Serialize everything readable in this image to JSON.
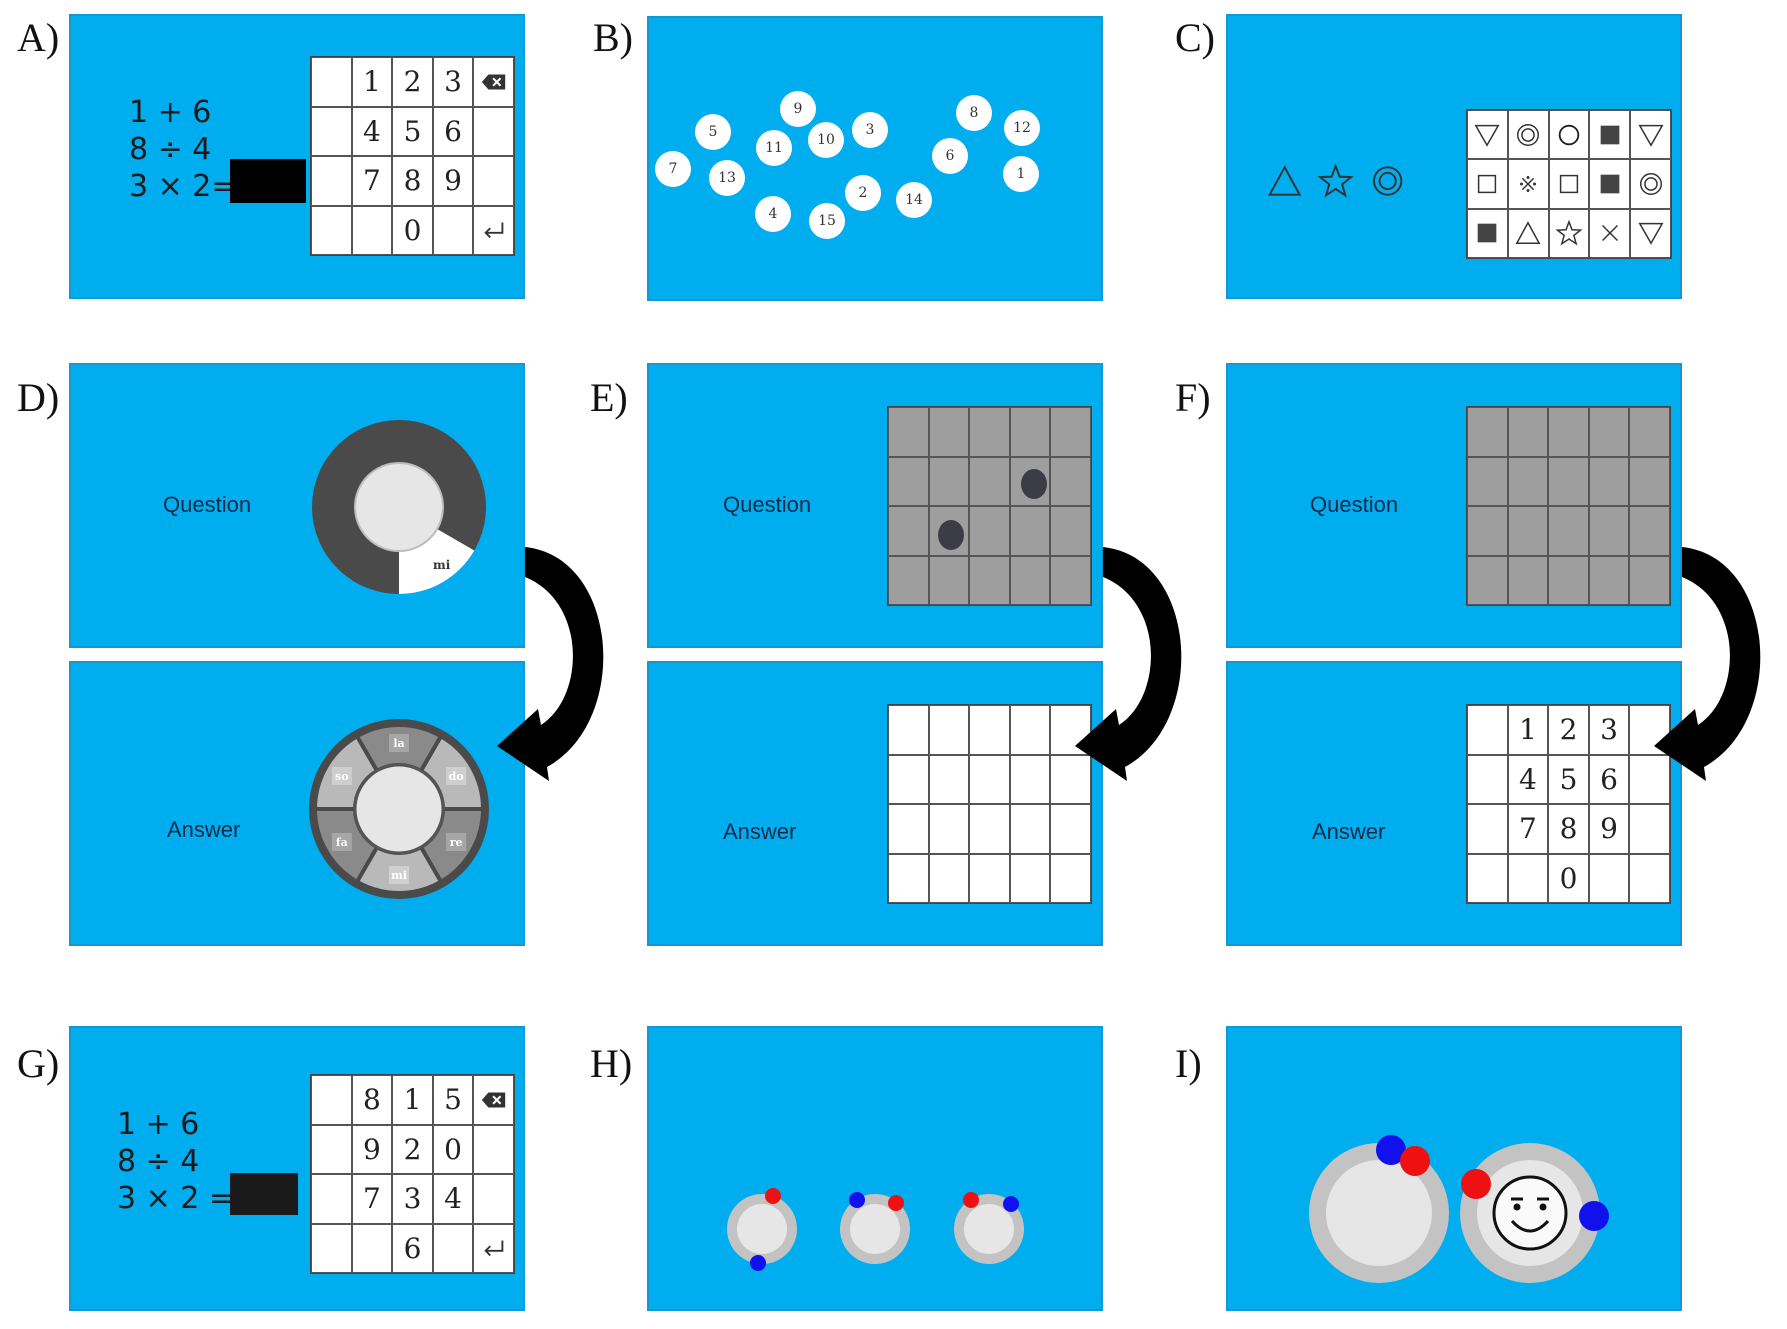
{
  "labels": [
    "A)",
    "B)",
    "C)",
    "D)",
    "E)",
    "F)",
    "G)",
    "H)",
    "I)"
  ],
  "colors": {
    "screen": "#00AEEF",
    "dark": "#4a4a4a",
    "grayCell": "#9e9e9e",
    "red": "#ee1111",
    "blue": "#1111ee"
  },
  "a": {
    "equations": [
      "1 + 6",
      "8 ÷ 4",
      "3 × 2="
    ],
    "keypad": [
      "",
      "1",
      "2",
      "3",
      "backspace-icon",
      "",
      "4",
      "5",
      "6",
      "",
      "",
      "7",
      "8",
      "9",
      "",
      "",
      "",
      "0",
      "",
      "enter-icon"
    ]
  },
  "b": {
    "bubbles": [
      "9",
      "5",
      "11",
      "10",
      "3",
      "8",
      "12",
      "6",
      "7",
      "13",
      "1",
      "2",
      "14",
      "4",
      "15"
    ]
  },
  "c": {
    "targets": [
      "triangle-icon",
      "star-icon",
      "double-circle-icon"
    ],
    "grid": [
      "triangle-down-icon",
      "double-circle-icon",
      "circle-icon",
      "filled-square-icon",
      "triangle-down-icon",
      "square-icon",
      "reference-mark-icon",
      "square-icon",
      "filled-square-icon",
      "double-circle-icon",
      "filled-square-icon",
      "triangle-icon",
      "star-icon",
      "cross-icon",
      "triangle-down-icon"
    ]
  },
  "d": {
    "question": "Question",
    "answer": "Answer",
    "shown_note": "mi",
    "notes": [
      "la",
      "do",
      "re",
      "mi",
      "fa",
      "so"
    ]
  },
  "e": {
    "question": "Question",
    "answer": "Answer"
  },
  "f": {
    "question": "Question",
    "answer": "Answer",
    "keypad": [
      "",
      "1",
      "2",
      "3",
      "",
      "",
      "4",
      "5",
      "6",
      "",
      "",
      "7",
      "8",
      "9",
      "",
      "",
      "",
      "0",
      "",
      ""
    ]
  },
  "g": {
    "equations": [
      "1 + 6",
      "8 ÷ 4",
      "3 × 2 ="
    ],
    "keypad": [
      "",
      "8",
      "1",
      "5",
      "backspace-icon",
      "",
      "9",
      "2",
      "0",
      "",
      "",
      "7",
      "3",
      "4",
      "",
      "",
      "",
      "6",
      "",
      "enter-icon"
    ]
  }
}
